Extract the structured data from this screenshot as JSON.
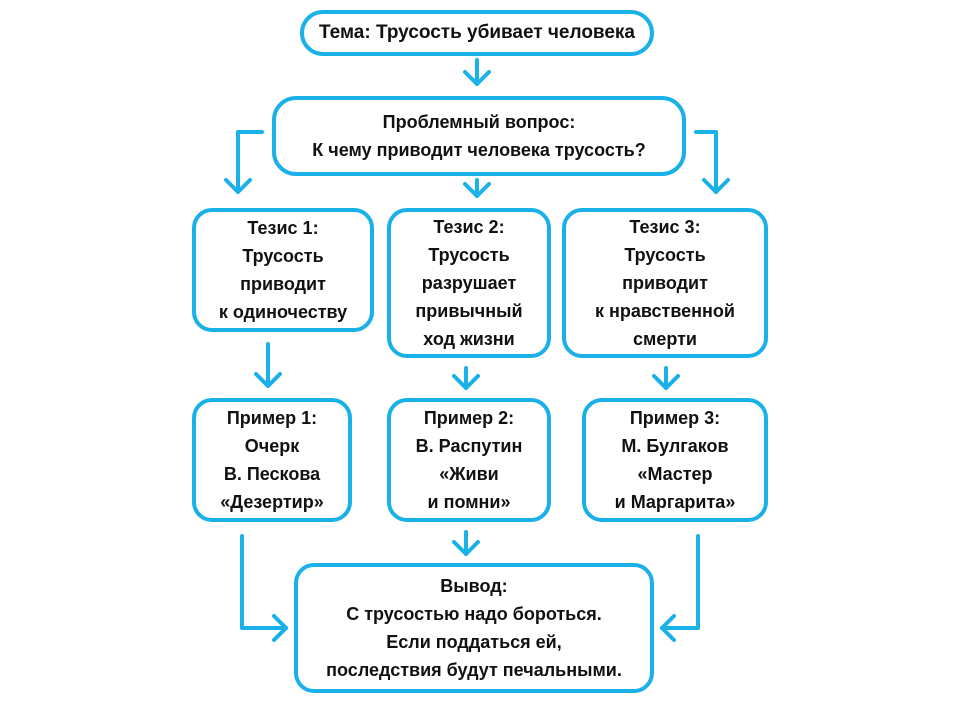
{
  "colors": {
    "accent": "#1ab0e8",
    "text": "#111111",
    "background": "#ffffff"
  },
  "topic": {
    "text": "Тема: Трусость убивает человека"
  },
  "question": {
    "lines": [
      "Проблемный вопрос:",
      "К чему приводит человека трусость?"
    ]
  },
  "theses": [
    {
      "lines": [
        "Тезис 1:",
        "Трусость",
        "приводит",
        "к одиночеству"
      ]
    },
    {
      "lines": [
        "Тезис 2:",
        "Трусость",
        "разрушает",
        "привычный",
        "ход жизни"
      ]
    },
    {
      "lines": [
        "Тезис 3:",
        "Трусость",
        "приводит",
        "к нравственной",
        "смерти"
      ]
    }
  ],
  "examples": [
    {
      "lines": [
        "Пример 1:",
        "Очерк",
        "В. Пескова",
        "«Дезертир»"
      ]
    },
    {
      "lines": [
        "Пример 2:",
        "В. Распутин",
        "«Живи",
        "и помни»"
      ]
    },
    {
      "lines": [
        "Пример 3:",
        "М. Булгаков",
        "«Мастер",
        "и Маргарита»"
      ]
    }
  ],
  "conclusion": {
    "lines": [
      "Вывод:",
      "С трусостью надо бороться.",
      "Если поддаться ей,",
      "последствия будут печальными."
    ]
  }
}
